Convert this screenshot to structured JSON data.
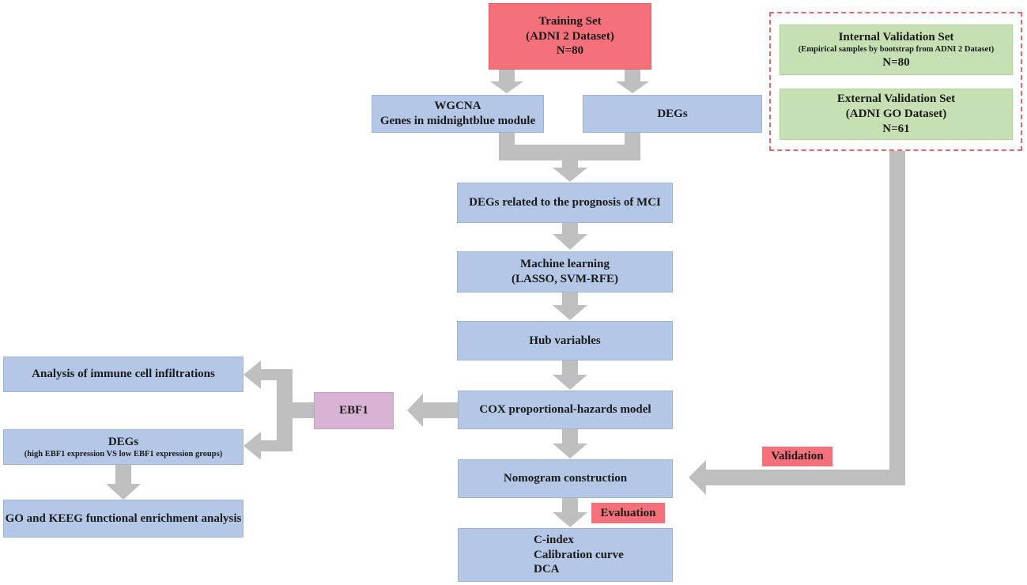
{
  "training": {
    "line1": "Training Set",
    "line2": "(ADNI 2 Dataset)",
    "line3": "N=80"
  },
  "wgcna": {
    "line1": "WGCNA",
    "line2": "Genes in midnightblue module"
  },
  "degs_top": {
    "label": "DEGs"
  },
  "internal": {
    "line1": "Internal Validation Set",
    "line2": "(Empirical samples by bootstrap from ADNI 2 Dataset)",
    "line3": "N=80"
  },
  "external": {
    "line1": "External Validation Set",
    "line2": "(ADNI GO Dataset)",
    "line3": "N=61"
  },
  "degs_prognosis": {
    "label": "DEGs related to the prognosis of MCI"
  },
  "machine": {
    "line1": "Machine learning",
    "line2": "(LASSO, SVM-RFE)"
  },
  "hub": {
    "label": "Hub variables"
  },
  "cox": {
    "label": "COX proportional-hazards model"
  },
  "ebf1": {
    "label": "EBF1"
  },
  "immune": {
    "label": "Analysis of immune cell infiltrations"
  },
  "degs_ebf1": {
    "line1": "DEGs",
    "line2": "(high EBF1 expression VS low EBF1 expression groups)"
  },
  "go": {
    "label": "GO and KEEG functional enrichment analysis"
  },
  "nomogram": {
    "label": "Nomogram construction"
  },
  "validation": {
    "label": "Validation"
  },
  "evaluation": {
    "label": "Evaluation"
  },
  "metrics": {
    "line1": "C-index",
    "line2": "Calibration curve",
    "line3": "DCA"
  },
  "colors": {
    "box_blue": "#b4c7e7",
    "box_red": "#f4707a",
    "box_green": "#c6e0b4",
    "box_pink": "#d9b3d4",
    "arrow_gray": "#bfbfbf",
    "dash_red": "#f06470"
  }
}
